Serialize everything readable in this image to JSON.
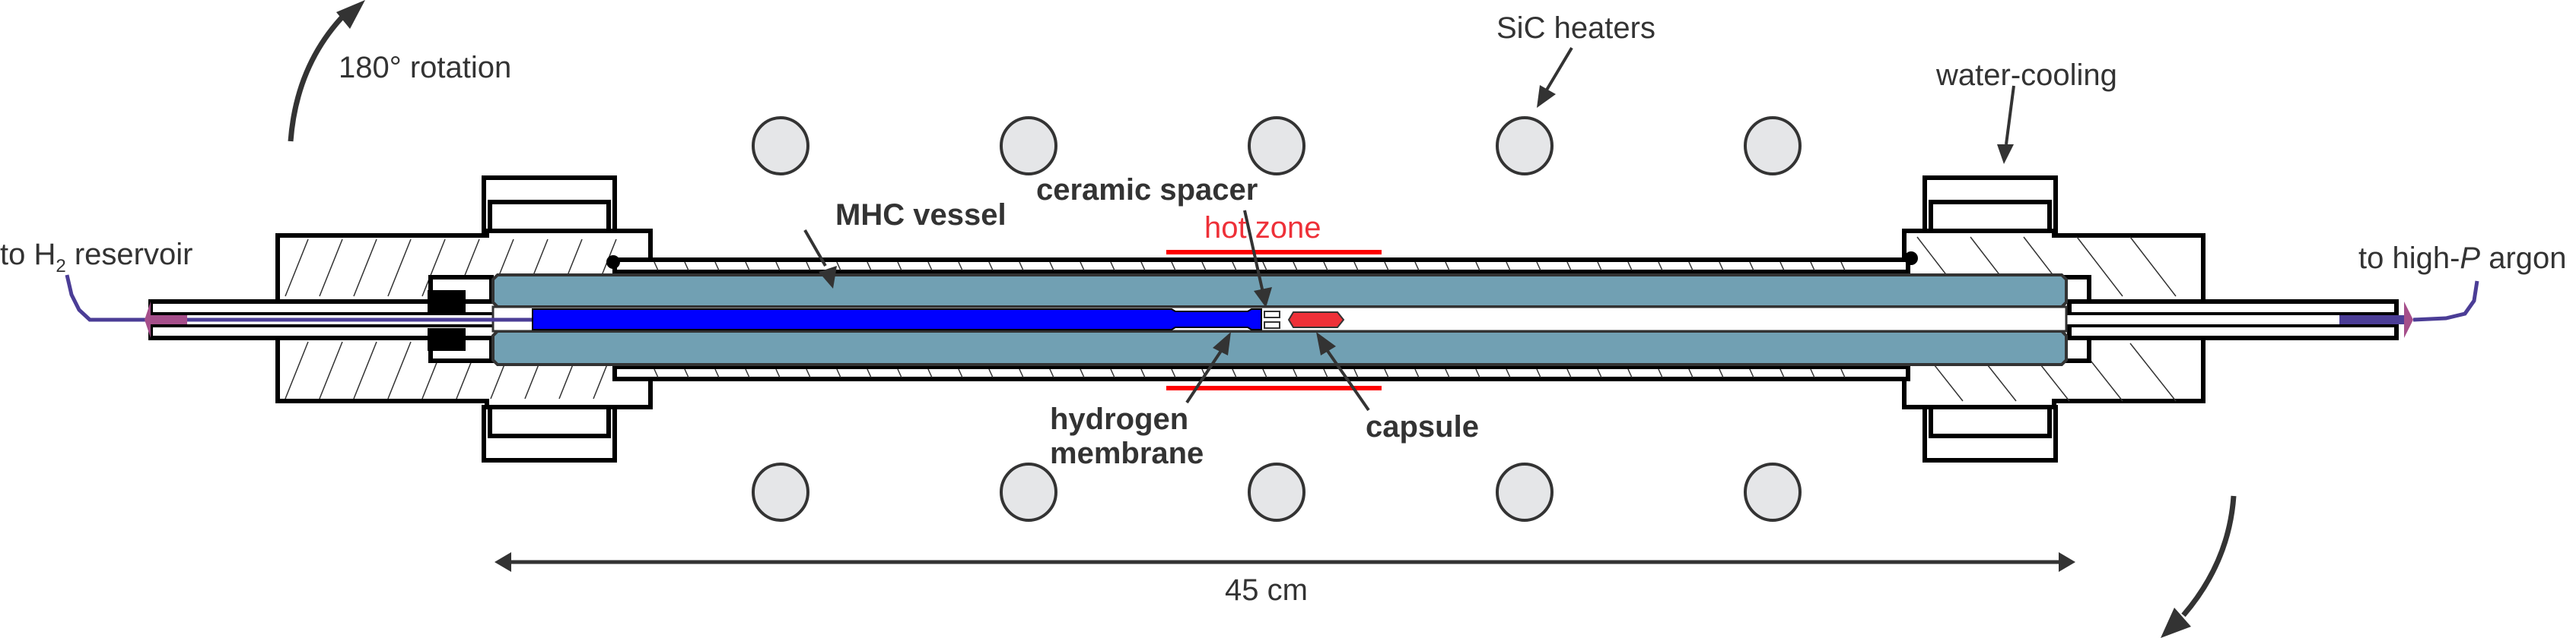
{
  "figure": {
    "labels": {
      "rotation": "180° rotation",
      "sic_heaters": "SiC heaters",
      "water_cooling": "water-cooling",
      "h2_reservoir_prefix": "to H",
      "h2_reservoir_sub": "2",
      "h2_reservoir_suffix": " reservoir",
      "argon_prefix": "to high-",
      "argon_italic": "P",
      "argon_suffix": " argon",
      "mhc_vessel": "MHC vessel",
      "ceramic_spacer": "ceramic spacer",
      "hot_zone": "hot zone",
      "hydrogen_membrane_line1": "hydrogen",
      "hydrogen_membrane_line2": "membrane",
      "capsule": "capsule",
      "scale": "45 cm"
    },
    "heater_count_top": 5,
    "heater_count_bottom": 5,
    "colors": {
      "vessel": "#71a0b3",
      "membrane": "#0000ff",
      "capsule": "#ee3038",
      "hot_zone": "#ff0000",
      "gas_line": "#4b3d96",
      "fitting_cone": "#a54e8a",
      "heater": "#e5e6e8",
      "text": "#333333"
    }
  }
}
